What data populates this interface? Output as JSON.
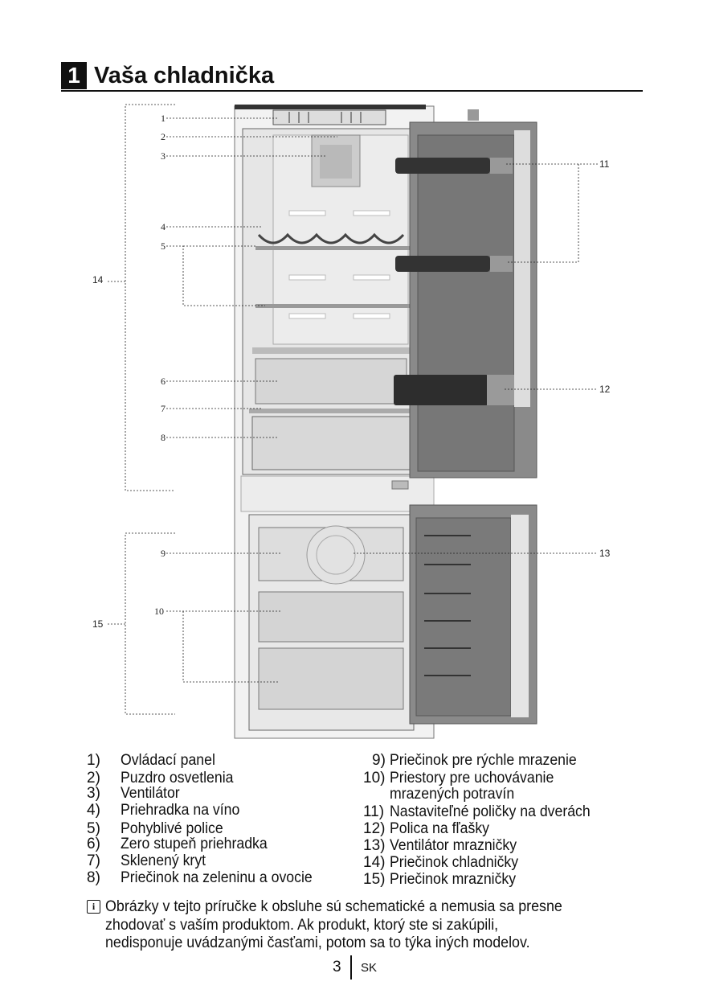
{
  "section": {
    "number": "1",
    "title": "Vaša chladnička"
  },
  "callouts": {
    "c1": "1",
    "c2": "2",
    "c3": "3",
    "c4": "4",
    "c5": "5",
    "c6": "6",
    "c7": "7",
    "c8": "8",
    "c9": "9",
    "c10": "10",
    "c11": "11",
    "c12": "12",
    "c13": "13",
    "c14": "14",
    "c15": "15"
  },
  "legend_left": [
    {
      "n": "1)",
      "t": "Ovládací panel"
    },
    {
      "n": "2)",
      "t": "Puzdro osvetlenia"
    },
    {
      "n": "3)",
      "t": "Ventilátor"
    },
    {
      "n": "4)",
      "t": "Priehradka na víno"
    },
    {
      "n": "5)",
      "t": "Pohyblivé police"
    },
    {
      "n": "6)",
      "t": "Zero stupeň priehradka"
    },
    {
      "n": "7)",
      "t": "Sklenený kryt"
    },
    {
      "n": "8)",
      "t": "Priečinok na zeleninu a ovocie"
    }
  ],
  "legend_right": [
    {
      "n": "9)",
      "t": "Priečinok pre rýchle mrazenie"
    },
    {
      "n": "10)",
      "t": "Priestory pre uchovávanie",
      "t2": "mrazených potravín"
    },
    {
      "n": "11)",
      "t": "Nastaviteľné poličky na dverách"
    },
    {
      "n": "12)",
      "t": "Polica na fľašky"
    },
    {
      "n": "13)",
      "t": "Ventilátor mrazničky"
    },
    {
      "n": "14)",
      "t": "Priečinok chladničky"
    },
    {
      "n": "15)",
      "t": "Priečinok mrazničky"
    }
  ],
  "note": {
    "icon": "info-icon",
    "lines": [
      "Obrázky v tejto príručke k obsluhe sú schematické a nemusia sa presne",
      "zhodovať  s vaším produktom. Ak produkt, ktorý ste si zakúpili,",
      "nedisponuje uvádzanými časťami, potom sa to týka iných modelov."
    ]
  },
  "footer": {
    "page": "3",
    "lang": "SK"
  }
}
